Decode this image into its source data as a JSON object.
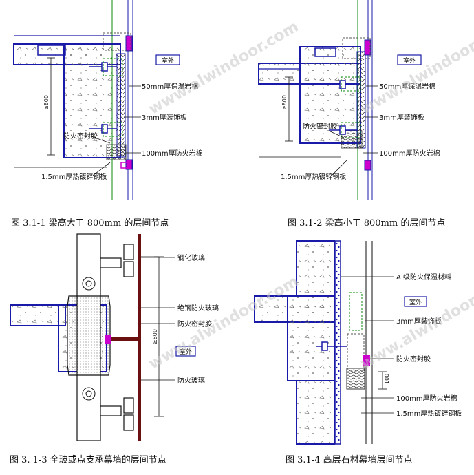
{
  "figures": [
    {
      "caption": "图 3.1-1 梁高大于 800mm 的层间节点",
      "labels": {
        "outdoor": "室外",
        "rock_wool_50": "50mm厚保温岩棉",
        "alu_3": "3mm厚装饰板",
        "fire_seal": "防火密封胶",
        "fire_wool_100": "100mm厚防火岩棉",
        "steel_15": "1.5mm厚热镀锌钢板",
        "dim": "≥800"
      }
    },
    {
      "caption": "图 3.1-2 梁高小于 800mm 的层间节点",
      "labels": {
        "outdoor": "室外",
        "rock_wool_50": "50mm厚保温岩棉",
        "alu_3": "3mm厚装饰板",
        "fire_seal": "防火密封胶",
        "fire_wool_100": "100mm厚防火岩棉",
        "steel_15": "1.5mm厚热镀锌钢板",
        "dim": "≥800"
      }
    },
    {
      "caption": "图 3. 1-3 全玻或点支承幕墙的层间节点",
      "labels": {
        "tempered_glass": "钢化玻璃",
        "fire_insulation_glass": "绝钢防火玻璃",
        "fire_seal": "防火密封胶",
        "fire_glass": "防火玻璃",
        "outdoor": "室外",
        "dim": "≥800"
      }
    },
    {
      "caption": "图 3.1-4 高层石材幕墙层间节点",
      "labels": {
        "a_class": "A 级防火保温材料",
        "outdoor": "室外",
        "alu_3": "3mm厚装饰板",
        "fire_seal": "防火密封胶",
        "fire_wool_100": "100mm厚防火岩棉",
        "steel_15": "1.5mm厚热镀锌钢板",
        "dim": "100"
      }
    }
  ],
  "watermark": "www.alwindoor.com",
  "colors": {
    "line": "#1a1aa8",
    "magenta": "#cc00cc",
    "green": "#0a8a0a",
    "cyan": "#00a0a0",
    "dark": "#111111"
  }
}
